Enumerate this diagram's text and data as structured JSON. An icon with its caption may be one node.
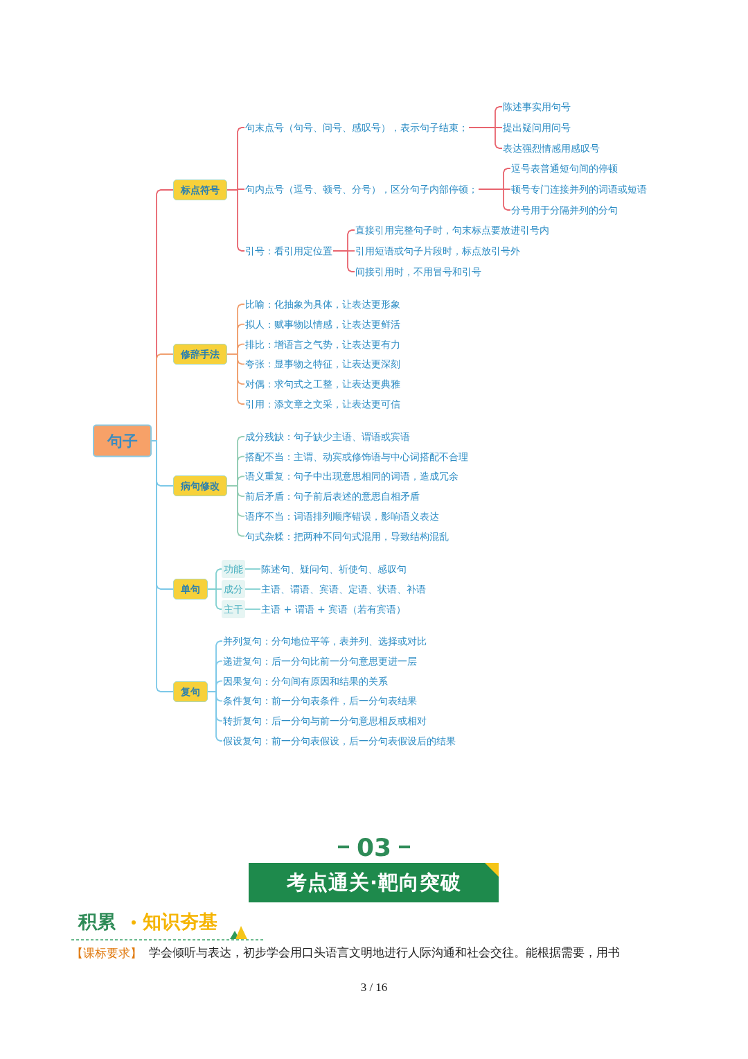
{
  "diagram": {
    "nodes": [
      {
        "text": [
          "句子"
        ]
      },
      {
        "text": [
          "标点符号"
        ]
      },
      {
        "text": [
          "句末点号（句号、问号、感叹号），表示句子结束；"
        ]
      },
      {
        "text": [
          "陈述事实用句号"
        ]
      },
      {
        "text": [
          "提出疑问用问号"
        ]
      },
      {
        "text": [
          "表达强烈情感用感叹号"
        ]
      },
      {
        "text": [
          "句内点号（逗号、顿号、分号），区分句子内部停顿；"
        ]
      },
      {
        "text": [
          "逗号表普通短句间的停顿"
        ]
      },
      {
        "text": [
          "顿号专门连接并列的词语或短语"
        ]
      },
      {
        "text": [
          "分号用于分隔并列的分句"
        ]
      },
      {
        "text": [
          "引号：看引用定位置"
        ]
      },
      {
        "text": [
          "直接引用完整句子时，句末标点要放进引号内"
        ]
      },
      {
        "text": [
          "引用短语或句子片段时，标点放引号外"
        ]
      },
      {
        "text": [
          "间接引用时，不用冒号和引号"
        ]
      },
      {
        "text": [
          "修辞手法"
        ]
      },
      {
        "text": [
          "比喻：化抽象为具体，让表达更形象"
        ]
      },
      {
        "text": [
          "拟人：赋事物以情感，让表达更鲜活"
        ]
      },
      {
        "text": [
          "排比：增语言之气势，让表达更有力"
        ]
      },
      {
        "text": [
          "夸张：显事物之特征，让表达更深刻"
        ]
      },
      {
        "text": [
          "对偶：求句式之工整，让表达更典雅"
        ]
      },
      {
        "text": [
          "引用：添文章之文采，让表达更可信"
        ]
      },
      {
        "text": [
          "病句修改"
        ]
      },
      {
        "text": [
          "成分残缺：句子缺少主语、谓语或宾语"
        ]
      },
      {
        "text": [
          "搭配不当：主谓、动宾或修饰语与中心词搭配不合理"
        ]
      },
      {
        "text": [
          "语义重复：句子中出现意思相同的词语，造成冗余"
        ]
      },
      {
        "text": [
          "前后矛盾：句子前后表述的意思自相矛盾"
        ]
      },
      {
        "text": [
          "语序不当：词语排列顺序错误，影响语义表达"
        ]
      },
      {
        "text": [
          "句式杂糅：把两种不同句式混用，导致结构混乱"
        ]
      },
      {
        "text": [
          "单句"
        ]
      },
      {
        "text": [
          "功能"
        ]
      },
      {
        "text": [
          "陈述句、疑问句、祈使句、感叹句"
        ]
      },
      {
        "text": [
          "成分"
        ]
      },
      {
        "text": [
          "主语、谓语、宾语、定语、状语、补语"
        ]
      },
      {
        "text": [
          "主干"
        ]
      },
      {
        "text": [
          "主语 + 谓语 + 宾语（若有宾语）"
        ]
      },
      {
        "text": [
          "复句"
        ]
      },
      {
        "text": [
          "并列复句：分句地位平等，表并列、选择或对比"
        ]
      },
      {
        "text": [
          "递进复句：后一分句比前一分句意思更进一层"
        ]
      },
      {
        "text": [
          "因果复句：分句间有原因和结果的关系"
        ]
      },
      {
        "text": [
          "条件复句：前一分句表条件，后一分句表结果"
        ]
      },
      {
        "text": [
          "转折复句：后一分句与前一分句意思相反或相对"
        ]
      },
      {
        "text": [
          "假设复句：前一分句表假设，后一分句表假设后的结果"
        ]
      }
    ],
    "edges": [
      {
        "from": 0,
        "to": 1,
        "arrow": "none",
        "color": "#e8646e"
      },
      {
        "from": 1,
        "to": 2,
        "arrow": "none",
        "color": "#e8646e"
      },
      {
        "from": 2,
        "to": 3,
        "arrow": "none",
        "color": "#e8646e"
      },
      {
        "from": 2,
        "to": 4,
        "arrow": "none",
        "color": "#e8646e"
      },
      {
        "from": 2,
        "to": 5,
        "arrow": "none",
        "color": "#e8646e"
      },
      {
        "from": 1,
        "to": 6,
        "arrow": "none",
        "color": "#e8646e"
      },
      {
        "from": 6,
        "to": 7,
        "arrow": "none",
        "color": "#e8646e"
      },
      {
        "from": 6,
        "to": 8,
        "arrow": "none",
        "color": "#e8646e"
      },
      {
        "from": 6,
        "to": 9,
        "arrow": "none",
        "color": "#e8646e"
      },
      {
        "from": 1,
        "to": 10,
        "arrow": "none",
        "color": "#e8646e"
      },
      {
        "from": 10,
        "to": 11,
        "arrow": "none",
        "color": "#e8646e"
      },
      {
        "from": 10,
        "to": 12,
        "arrow": "none",
        "color": "#e8646e"
      },
      {
        "from": 10,
        "to": 13,
        "arrow": "none",
        "color": "#e8646e"
      },
      {
        "from": 0,
        "to": 14,
        "arrow": "none",
        "color": "#f0a070"
      },
      {
        "from": 14,
        "to": 15,
        "arrow": "none",
        "color": "#f0a070"
      },
      {
        "from": 14,
        "to": 16,
        "arrow": "none",
        "color": "#f0a070"
      },
      {
        "from": 14,
        "to": 17,
        "arrow": "none",
        "color": "#f0a070"
      },
      {
        "from": 14,
        "to": 18,
        "arrow": "none",
        "color": "#f0a070"
      },
      {
        "from": 14,
        "to": 19,
        "arrow": "none",
        "color": "#f0a070"
      },
      {
        "from": 14,
        "to": 20,
        "arrow": "none",
        "color": "#f0a070"
      },
      {
        "from": 0,
        "to": 21,
        "arrow": "none",
        "color": "#7cc8e8"
      },
      {
        "from": 21,
        "to": 22,
        "arrow": "none",
        "color": "#93cdb4"
      },
      {
        "from": 21,
        "to": 23,
        "arrow": "none",
        "color": "#93cdb4"
      },
      {
        "from": 21,
        "to": 24,
        "arrow": "none",
        "color": "#93cdb4"
      },
      {
        "from": 21,
        "to": 25,
        "arrow": "none",
        "color": "#93cdb4"
      },
      {
        "from": 21,
        "to": 26,
        "arrow": "none",
        "color": "#93cdb4"
      },
      {
        "from": 21,
        "to": 27,
        "arrow": "none",
        "color": "#93cdb4"
      },
      {
        "from": 0,
        "to": 28,
        "arrow": "none",
        "color": "#7cc8e8"
      },
      {
        "from": 28,
        "to": 29,
        "arrow": "none",
        "color": "#80d0d0"
      },
      {
        "from": 29,
        "to": 30,
        "arrow": "none",
        "color": "#80d0d0"
      },
      {
        "from": 28,
        "to": 31,
        "arrow": "none",
        "color": "#80d0d0"
      },
      {
        "from": 31,
        "to": 32,
        "arrow": "none",
        "color": "#80d0d0"
      },
      {
        "from": 28,
        "to": 33,
        "arrow": "none",
        "color": "#80d0d0"
      },
      {
        "from": 33,
        "to": 34,
        "arrow": "none",
        "color": "#80d0d0"
      },
      {
        "from": 0,
        "to": 35,
        "arrow": "none",
        "color": "#7cc8e8"
      },
      {
        "from": 35,
        "to": 36,
        "arrow": "none",
        "color": "#7cc8e8"
      },
      {
        "from": 35,
        "to": 37,
        "arrow": "none",
        "color": "#7cc8e8"
      },
      {
        "from": 35,
        "to": 38,
        "arrow": "none",
        "color": "#7cc8e8"
      },
      {
        "from": 35,
        "to": 39,
        "arrow": "none",
        "color": "#7cc8e8"
      },
      {
        "from": 35,
        "to": 40,
        "arrow": "none",
        "color": "#7cc8e8"
      },
      {
        "from": 35,
        "to": 41,
        "arrow": "none",
        "color": "#7cc8e8"
      }
    ],
    "labels": [
      "03",
      "考点通关·靶向突破",
      "积累",
      "知识夯基",
      "【课标要求】",
      "学会倾听与表达，初步学会用口头语言文明地进行人际沟通和社会交往。能根据需要，用书",
      "3 / 16"
    ]
  }
}
